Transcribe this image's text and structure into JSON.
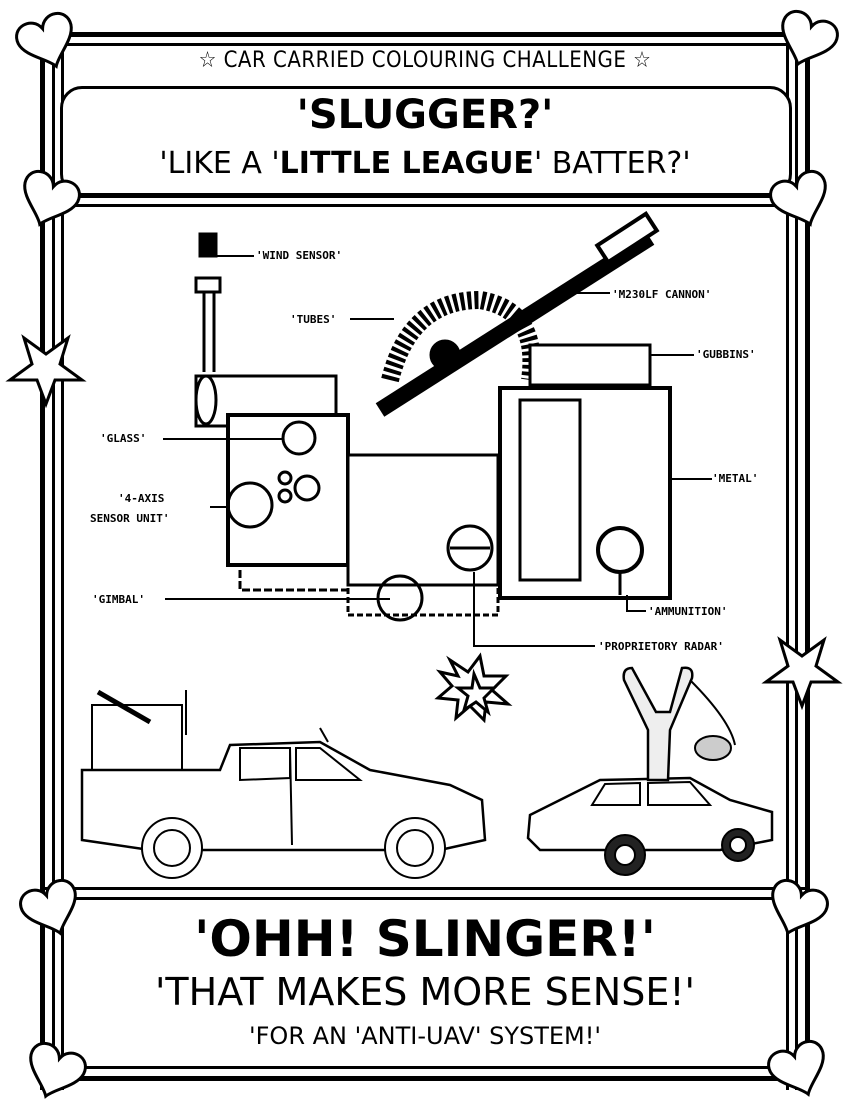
{
  "header": {
    "challenge_title": "☆ CAR CARRIED COLOURING CHALLENGE ☆",
    "headline": "'SLUGGER?'",
    "subline_pre": "'LIKE A '",
    "subline_bold": "LITTLE LEAGUE",
    "subline_post": "' BATTER?'"
  },
  "diagram": {
    "subject": "turret weapon system",
    "callouts": [
      {
        "id": "wind-sensor",
        "label": "'WIND SENSOR'"
      },
      {
        "id": "m230lf-cannon",
        "label": "'M230LF CANNON'"
      },
      {
        "id": "tubes",
        "label": "'TUBES'"
      },
      {
        "id": "gubbins",
        "label": "'GUBBINS'"
      },
      {
        "id": "glass",
        "label": "'GLASS'"
      },
      {
        "id": "metal",
        "label": "'METAL'"
      },
      {
        "id": "sensor-unit",
        "label_line1": "'4-AXIS",
        "label_line2": "SENSOR UNIT'"
      },
      {
        "id": "gimbal",
        "label": "'GIMBAL'"
      },
      {
        "id": "ammunition",
        "label": "'AMMUNITION'"
      },
      {
        "id": "proprietary-radar",
        "label": "'PROPRIETORY RADAR'"
      }
    ]
  },
  "illustrations": {
    "left": "pickup truck with turret in bed",
    "center": "comic burst star",
    "right": "sedan car with slingshot on roof"
  },
  "footer": {
    "headline": "'OHH! SLINGER!'",
    "subline": "'THAT MAKES MORE SENSE!'",
    "tagline": "'FOR AN 'ANTI-UAV' SYSTEM!'"
  },
  "colors": {
    "ink": "#000000",
    "paper": "#ffffff"
  }
}
